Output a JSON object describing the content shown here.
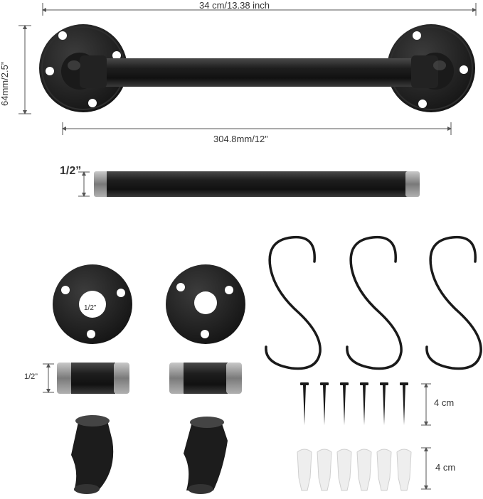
{
  "dimensions": {
    "overall_length": "34 cm/13.38 inch",
    "height": "64mm/2.5”",
    "pipe_length": "304.8mm/12”",
    "pipe_diameter": "1/2”",
    "nipple_diameter": "1/2”",
    "flange_hole": "1/2”",
    "screw_length": "4 cm",
    "anchor_length": "4 cm"
  },
  "flange_stamp": "1/2”",
  "colors": {
    "iron": "#1c1c1c",
    "iron_highlight": "#5a5a5a",
    "thread": "#9a9a9a",
    "anchor": "#eeeeee",
    "dimension_line": "#555555"
  }
}
